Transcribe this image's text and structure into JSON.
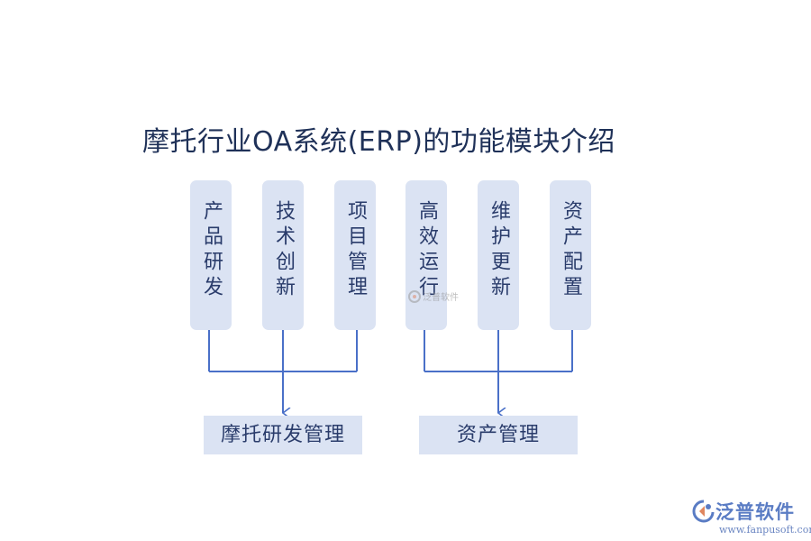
{
  "title": "摩托行业OA系统(ERP)的功能模块介绍",
  "modules": [
    {
      "label": "产品研发",
      "name": "module-product-rd"
    },
    {
      "label": "技术创新",
      "name": "module-tech-innovation"
    },
    {
      "label": "项目管理",
      "name": "module-project-management"
    },
    {
      "label": "高效运行",
      "name": "module-efficient-operation"
    },
    {
      "label": "维护更新",
      "name": "module-maintenance-update"
    },
    {
      "label": "资产配置",
      "name": "module-asset-allocation"
    }
  ],
  "groups": [
    {
      "label": "摩托研发管理",
      "name": "group-motorcycle-rd-management"
    },
    {
      "label": "资产管理",
      "name": "group-asset-management"
    }
  ],
  "colors": {
    "box_fill": "#dbe3f3",
    "connector": "#4a70c8",
    "title": "#1f3158",
    "logo": "#5a7cc4"
  },
  "logo": {
    "text": "泛普软件",
    "url": "www.fanpusoft.com",
    "icon": "fanpu-logo-icon"
  },
  "watermark": {
    "text": "泛普软件",
    "icon": "fanpu-watermark-icon"
  }
}
